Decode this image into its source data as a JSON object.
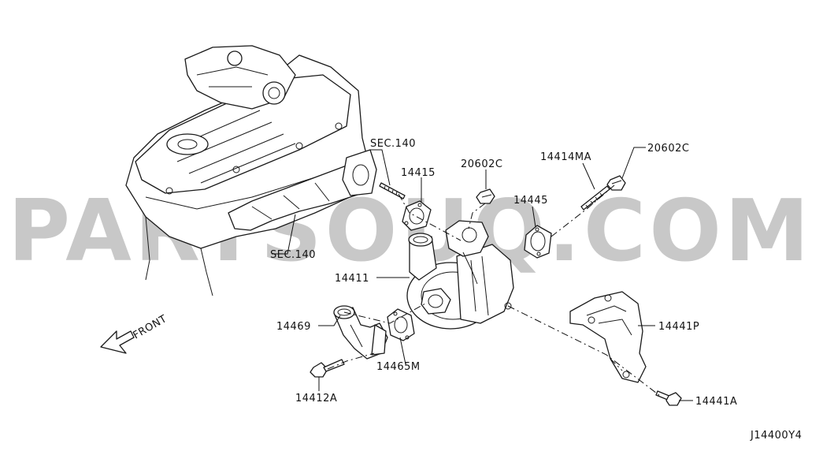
{
  "watermark": "PARTSOUQ.COM",
  "front_label": "FRONT",
  "diagram_code": "J14400Y4",
  "callouts": [
    {
      "id": "sec140-top",
      "text": "SEC.140"
    },
    {
      "id": "14415",
      "text": "14415"
    },
    {
      "id": "20602c-left",
      "text": "20602C"
    },
    {
      "id": "14414ma",
      "text": "14414MA"
    },
    {
      "id": "20602c-right",
      "text": "20602C"
    },
    {
      "id": "14445",
      "text": "14445"
    },
    {
      "id": "sec140-bottom",
      "text": "SEC.140"
    },
    {
      "id": "14411",
      "text": "14411"
    },
    {
      "id": "14469",
      "text": "14469"
    },
    {
      "id": "14465m",
      "text": "14465M"
    },
    {
      "id": "14441p",
      "text": "14441P"
    },
    {
      "id": "14412a",
      "text": "14412A"
    },
    {
      "id": "14441a",
      "text": "14441A"
    }
  ]
}
